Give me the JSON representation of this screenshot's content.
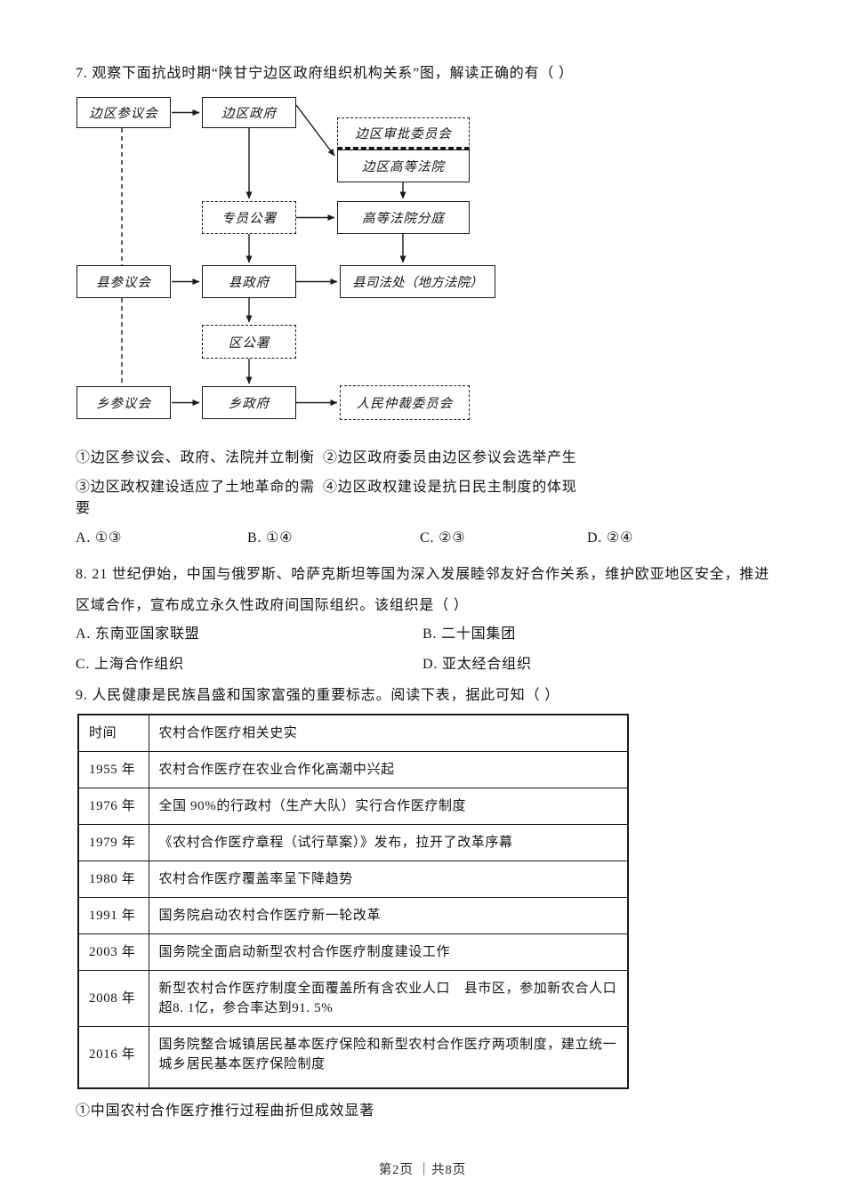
{
  "q7": {
    "stem": "7. 观察下面抗战时期“陕甘宁边区政府组织机构关系”图，解读正确的有（    ）",
    "diagram": {
      "boxes": [
        {
          "label": "边区参议会"
        },
        {
          "label": "边区政府"
        },
        {
          "label": "边区审批委员会"
        },
        {
          "label": "边区高等法院"
        },
        {
          "label": "专员公署"
        },
        {
          "label": "高等法院分庭"
        },
        {
          "label": "县参议会"
        },
        {
          "label": "县政府"
        },
        {
          "label": "县司法处（地方法院）"
        },
        {
          "label": "区公署"
        },
        {
          "label": "乡参议会"
        },
        {
          "label": "乡政府"
        },
        {
          "label": "人民仲裁委员会"
        }
      ]
    },
    "items": [
      "①边区参议会、政府、法院并立制衡",
      "②边区政府委员由边区参议会选举产生",
      "③边区政权建设适应了土地革命的需要",
      "④边区政权建设是抗日民主制度的体现"
    ],
    "options": [
      "A. ①③",
      "B. ①④",
      "C. ②③",
      "D. ②④"
    ]
  },
  "q8": {
    "stem_line1": "8. 21 世纪伊始，中国与俄罗斯、哈萨克斯坦等国为深入发展睦邻友好合作关系，维护欧亚地区安全，推进",
    "stem_line2": "区域合作，宣布成立永久性政府间国际组织。该组织是（    ）",
    "options": [
      "A. 东南亚国家联盟",
      "B. 二十国集团",
      "C. 上海合作组织",
      "D. 亚太经合组织"
    ]
  },
  "q9": {
    "stem": "9. 人民健康是民族昌盛和国家富强的重要标志。阅读下表，据此可知（    ）",
    "table": {
      "columns": [
        "时间",
        "农村合作医疗相关史实"
      ],
      "rows": [
        [
          "1955 年",
          "农村合作医疗在农业合作化高潮中兴起"
        ],
        [
          "1976 年",
          "全国 90%的行政村（生产大队）实行合作医疗制度"
        ],
        [
          "1979 年",
          "《农村合作医疗章程（试行草案）》发布，拉开了改革序幕"
        ],
        [
          "1980 年",
          "农村合作医疗覆盖率呈下降趋势"
        ],
        [
          "1991 年",
          "国务院启动农村合作医疗新一轮改革"
        ],
        [
          "2003 年",
          "国务院全面启动新型农村合作医疗制度建设工作"
        ],
        [
          "2008 年",
          "新型农村合作医疗制度全面覆盖所有含农业人口　县市区，参加新农合人口超8. 1亿，参合率达到91. 5%"
        ],
        [
          "2016 年",
          "国务院整合城镇居民基本医疗保险和新型农村合作医疗两项制度，建立统一　城乡居民基本医疗保险制度"
        ]
      ]
    },
    "note": "①中国农村合作医疗推行过程曲折但成效显著"
  },
  "footer": {
    "page_indicator": "第2页 ｜共8页"
  }
}
